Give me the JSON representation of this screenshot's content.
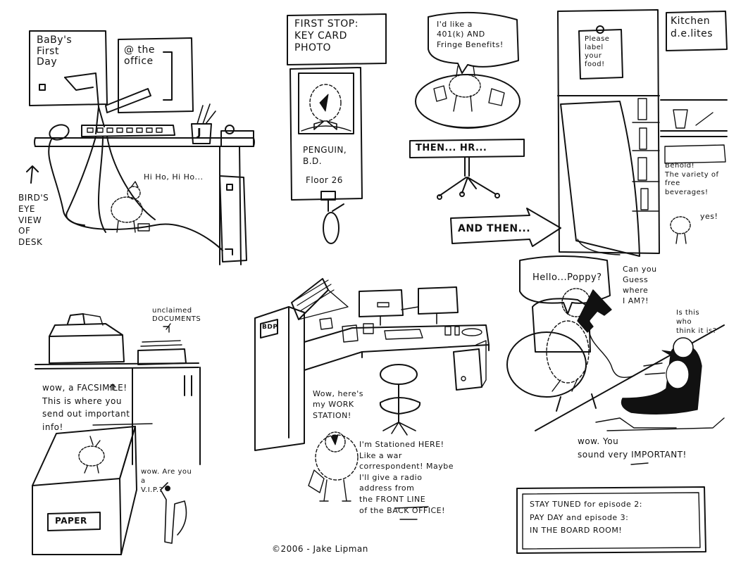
{
  "panel1": {
    "sign_left": "BaBy's\nFirst\nDay",
    "sign_right": "@ the\noffice",
    "mug_letter": "J",
    "dialog": "Hi Ho, Hi Ho...",
    "side_caption": "BIRD'S\nEYE\nVIEW\nOF\nDESK"
  },
  "panel2": {
    "title": "FIRST STOP:\nKEY CARD\nPHOTO",
    "card_name": "PENGUIN,\nB.D.",
    "card_floor": "Floor 26",
    "bubble": "I'd like a\n401(k) AND\nFringe Benefits!",
    "sign": "THEN... HR..."
  },
  "panel3": {
    "fridge_note": "Please\nlabel\nyour\nfood!",
    "title": "Kitchen\nd.e.lites",
    "caption": "Behold!\nThe variety of\nfree\nbeverages!",
    "yes": "yes!"
  },
  "arrow_text": "AND THEN...",
  "panel4": {
    "documents": "unclaimed\nDOCUMENTS",
    "facsimile": "wow, a FACSIMILE!\nThis is where you\nsend out important\ninfo!",
    "box_label": "PAPER",
    "vip": "wow. Are you\na\nV.I.P.?"
  },
  "panel5": {
    "cube_label": "BDP",
    "workstation": "Wow, here's\nmy WORK\nSTATION!",
    "stationed": "I'm Stationed HERE!\nLike a war\ncorrespondent! Maybe\nI'll give a radio\naddress from\nthe FRONT LINE\nof the BACK OFFICE!"
  },
  "panel6": {
    "phone": "Hello...Poppy?",
    "guess": "Can you\nGuess\nwhere\nI AM?!",
    "isthis": "Is this\nwho\nthink it is?",
    "important": "wow. You\nsound very IMPORTANT!"
  },
  "stay_tuned": "STAY TUNED for episode 2:\nPAY DAY and episode 3:\nIN THE BOARD ROOM!",
  "copyright": "©2006 - Jake Lipman"
}
